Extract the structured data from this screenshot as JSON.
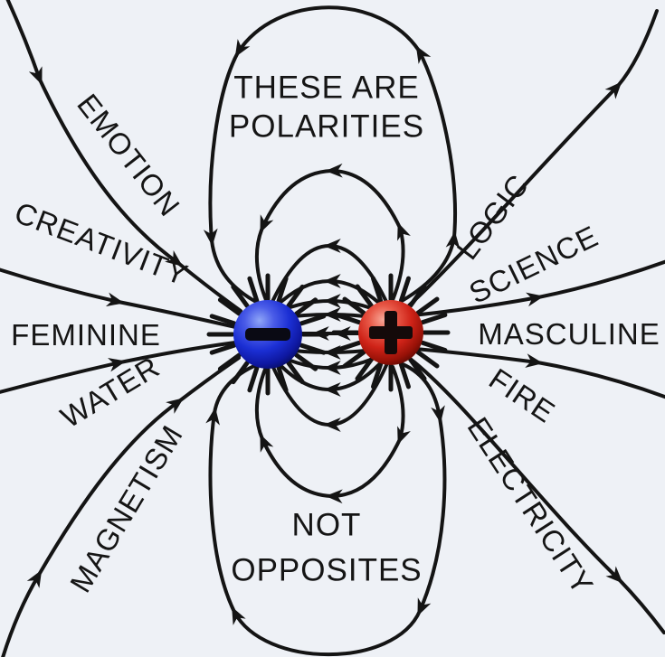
{
  "headline": {
    "top": [
      "THESE ARE",
      "POLARITIES"
    ],
    "bottom": [
      "NOT",
      "OPPOSITES"
    ]
  },
  "left_labels": [
    "EMOTION",
    "CREATIVITY",
    "FEMININE",
    "WATER",
    "MAGNETISM"
  ],
  "right_labels": [
    "LOGIC",
    "SCIENCE",
    "MASCULINE",
    "FIRE",
    "ELECTRICITY"
  ],
  "poles": {
    "negative": {
      "symbol": "−",
      "color": "#1b2fd4"
    },
    "positive": {
      "symbol": "+",
      "color": "#cf2318"
    }
  },
  "colors": {
    "background": "#eef1f6",
    "line": "#141414",
    "text": "#151515",
    "negative_sphere": "#1b2fd4",
    "positive_sphere": "#cf2318"
  }
}
